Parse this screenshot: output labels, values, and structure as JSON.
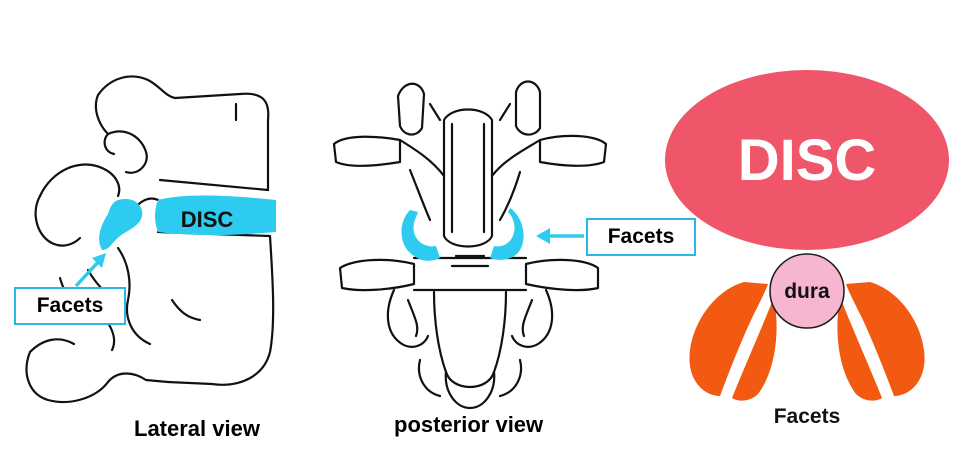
{
  "lateral": {
    "disc_label": "DISC",
    "facets_label": "Facets",
    "caption": "Lateral view"
  },
  "posterior": {
    "facets_label": "Facets",
    "caption": "posterior view"
  },
  "schematic": {
    "disc_label": "DISC",
    "dura_label": "dura",
    "facets_label": "Facets"
  },
  "colors": {
    "highlight": "#2ecbf0",
    "disc_ellipse": "#f0566a",
    "dura_circle": "#f6b6cf",
    "facet_orange": "#f25a12",
    "label_border": "#2ab7e6"
  }
}
